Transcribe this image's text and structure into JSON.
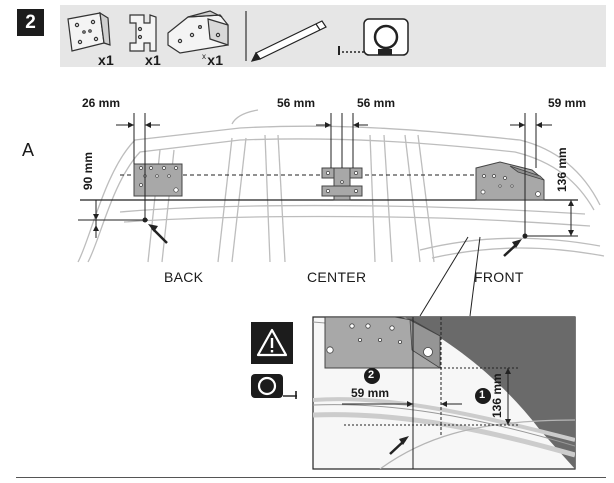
{
  "step": {
    "number": "2"
  },
  "kit": {
    "items": [
      {
        "name": "bracket-plate",
        "qty": "x1",
        "prefix": ""
      },
      {
        "name": "center-bracket",
        "qty": "x1",
        "prefix": ""
      },
      {
        "name": "front-bracket",
        "qty": "x1",
        "prefix": "x"
      }
    ],
    "tools": [
      "pencil-icon",
      "tape-measure-icon"
    ]
  },
  "section": {
    "letter": "A"
  },
  "dimensions": {
    "back_offset": "26 mm",
    "back_height": "90 mm",
    "center_left": "56 mm",
    "center_right": "56 mm",
    "front_offset": "59 mm",
    "front_height": "136 mm",
    "detail_offset": "59 mm",
    "detail_height": "136 mm"
  },
  "positions": {
    "back": "BACK",
    "center": "CENTER",
    "front": "FRONT"
  },
  "detail": {
    "step_1": "1",
    "step_2": "2"
  },
  "icons": [
    "warning-icon",
    "tape-measure-icon",
    "arrow-icon"
  ]
}
